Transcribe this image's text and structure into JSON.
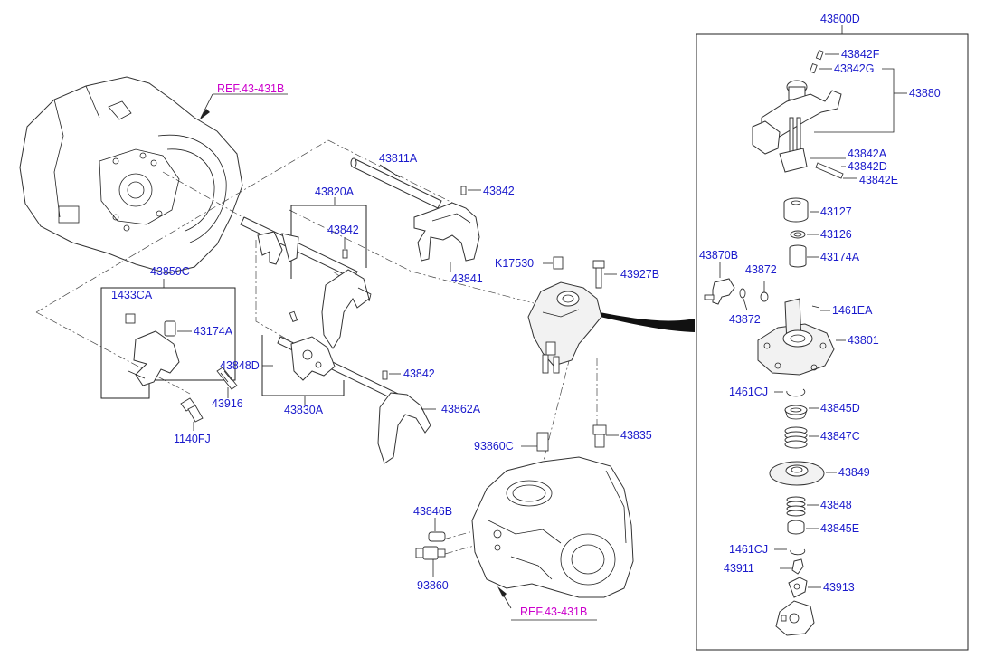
{
  "labels": {
    "ref_top": "REF.43-431B",
    "ref_bottom": "REF.43-431B",
    "l_43811A": "43811A",
    "l_43842_a": "43842",
    "l_43820A": "43820A",
    "l_43842_b": "43842",
    "l_43841": "43841",
    "l_43850C": "43850C",
    "l_1433CA": "1433CA",
    "l_43174A_a": "43174A",
    "l_43848D": "43848D",
    "l_43842_c": "43842",
    "l_43830A": "43830A",
    "l_43862A": "43862A",
    "l_43916": "43916",
    "l_1140FJ": "1140FJ",
    "l_K17530": "K17530",
    "l_43927B": "43927B",
    "l_93860C": "93860C",
    "l_43835": "43835",
    "l_43846B": "43846B",
    "l_93860": "93860",
    "l_43800D": "43800D",
    "l_43842F": "43842F",
    "l_43842G": "43842G",
    "l_43880": "43880",
    "l_43842A": "43842A",
    "l_43842D": "43842D",
    "l_43842E": "43842E",
    "l_43127": "43127",
    "l_43126": "43126",
    "l_43870B": "43870B",
    "l_43872_a": "43872",
    "l_43174A_b": "43174A",
    "l_43872_b": "43872",
    "l_1461EA": "1461EA",
    "l_43801": "43801",
    "l_1461CJ_a": "1461CJ",
    "l_43845D": "43845D",
    "l_43847C": "43847C",
    "l_43849": "43849",
    "l_43848": "43848",
    "l_43845E": "43845E",
    "l_1461CJ_b": "1461CJ",
    "l_43911": "43911",
    "l_43913": "43913"
  },
  "colors": {
    "label": "#1a1acc",
    "reference": "#cc00cc",
    "linework": "#222222"
  }
}
